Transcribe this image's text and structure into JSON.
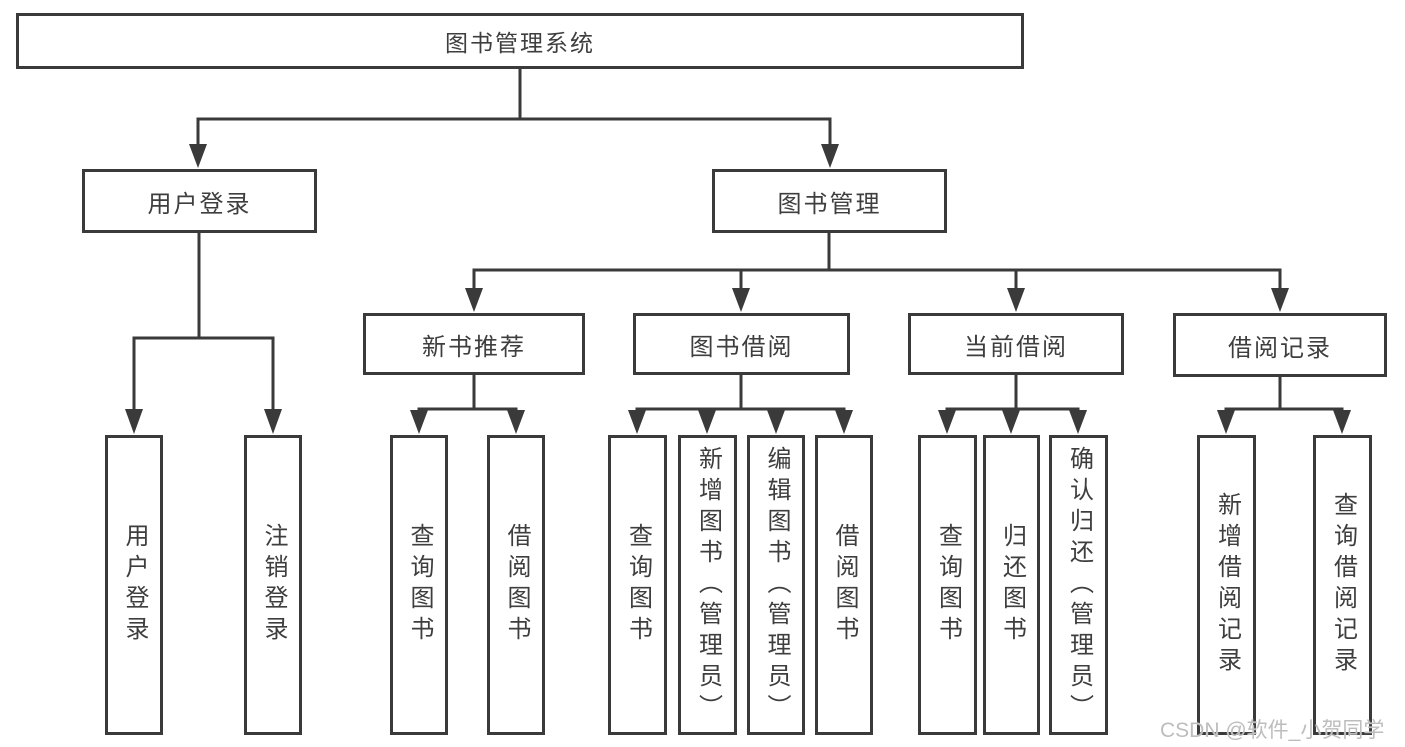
{
  "diagram": {
    "root": {
      "label": "图书管理系统",
      "children": [
        {
          "label": "用户登录",
          "children": [
            {
              "label": "用户登录"
            },
            {
              "label": "注销登录"
            }
          ]
        },
        {
          "label": "图书管理",
          "children": [
            {
              "label": "新书推荐",
              "children": [
                {
                  "label": "查询图书"
                },
                {
                  "label": "借阅图书"
                }
              ]
            },
            {
              "label": "图书借阅",
              "children": [
                {
                  "label": "查询图书"
                },
                {
                  "label": "新增图书（管理员）"
                },
                {
                  "label": "编辑图书（管理员）"
                },
                {
                  "label": "借阅图书"
                }
              ]
            },
            {
              "label": "当前借阅",
              "children": [
                {
                  "label": "查询图书"
                },
                {
                  "label": "归还图书"
                },
                {
                  "label": "确认归还（管理员）"
                }
              ]
            },
            {
              "label": "借阅记录",
              "children": [
                {
                  "label": "新增借阅记录"
                },
                {
                  "label": "查询借阅记录"
                }
              ]
            }
          ]
        }
      ]
    },
    "watermark": "CSDN @软件_小贺同学",
    "colors": {
      "line": "#3a3a3a",
      "text": "#3e3e3e",
      "box_fill": "#ffffff",
      "watermark": "#bdbdbd",
      "background": "#ffffff"
    }
  }
}
